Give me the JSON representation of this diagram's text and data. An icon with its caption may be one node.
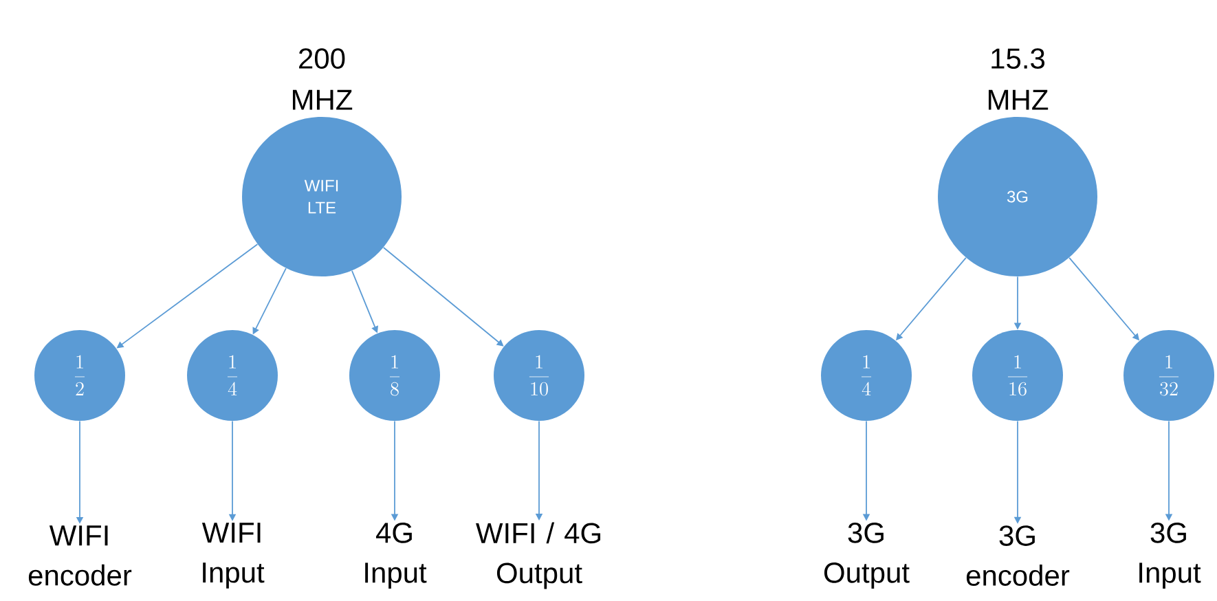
{
  "diagram": {
    "nodes": [
      {
        "text": [
          "200 MHZ",
          "WIFI LTE"
        ]
      },
      {
        "text": [
          "\\frac{1}{2}"
        ]
      },
      {
        "text": [
          "\\frac{1}{4}"
        ]
      },
      {
        "text": [
          "\\frac{1}{8}"
        ]
      },
      {
        "text": [
          "\\frac{1}{10}"
        ]
      },
      {
        "text": [
          "WIFI encoder"
        ]
      },
      {
        "text": [
          "WIFI Input"
        ]
      },
      {
        "text": [
          "4G Input"
        ]
      },
      {
        "text": [
          "WIFI / 4G Output"
        ]
      },
      {
        "text": [
          "15.3 MHZ",
          "3G"
        ]
      },
      {
        "text": [
          "\\frac{1}{4}"
        ]
      },
      {
        "text": [
          "\\frac{1}{16}"
        ]
      },
      {
        "text": [
          "\\frac{1}{32}"
        ]
      },
      {
        "text": [
          "3G Output"
        ]
      },
      {
        "text": [
          "3G encoder"
        ]
      },
      {
        "text": [
          "3G Input"
        ]
      }
    ],
    "edges": [
      {
        "from": 0,
        "to": 1,
        "arrow": "to"
      },
      {
        "from": 0,
        "to": 2,
        "arrow": "to"
      },
      {
        "from": 0,
        "to": 3,
        "arrow": "to"
      },
      {
        "from": 0,
        "to": 4,
        "arrow": "to"
      },
      {
        "from": 1,
        "to": 5,
        "arrow": "to"
      },
      {
        "from": 2,
        "to": 6,
        "arrow": "to"
      },
      {
        "from": 3,
        "to": 7,
        "arrow": "to"
      },
      {
        "from": 4,
        "to": 8,
        "arrow": "to"
      },
      {
        "from": 9,
        "to": 10,
        "arrow": "to"
      },
      {
        "from": 9,
        "to": 11,
        "arrow": "to"
      },
      {
        "from": 9,
        "to": 12,
        "arrow": "to"
      },
      {
        "from": 10,
        "to": 13,
        "arrow": "to"
      },
      {
        "from": 11,
        "to": 14,
        "arrow": "to"
      },
      {
        "from": 12,
        "to": 15,
        "arrow": "to"
      }
    ]
  }
}
